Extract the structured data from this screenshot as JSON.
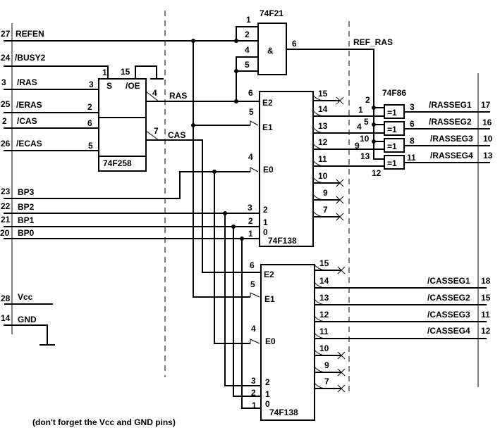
{
  "inputs": [
    {
      "pin": "27",
      "label": "REFEN"
    },
    {
      "pin": "24",
      "label": "/BUSY2"
    },
    {
      "pin": "3",
      "label": "/RAS"
    },
    {
      "pin": "25",
      "label": "/ERAS"
    },
    {
      "pin": "2",
      "label": "/CAS"
    },
    {
      "pin": "26",
      "label": "/ECAS"
    },
    {
      "pin": "23",
      "label": "BP3"
    },
    {
      "pin": "22",
      "label": "BP2"
    },
    {
      "pin": "21",
      "label": "BP1"
    },
    {
      "pin": "20",
      "label": "BP0"
    },
    {
      "pin": "28",
      "label": "Vcc"
    },
    {
      "pin": "14",
      "label": "GND"
    }
  ],
  "mux": {
    "name": "74F258",
    "pin_s": "1",
    "label_s": "S",
    "pin_oe": "15",
    "label_oe": "/OE",
    "in_pins": [
      "3",
      "2",
      "6",
      "5"
    ],
    "out_pins": [
      "4",
      "7"
    ],
    "out_labels": [
      "RAS",
      "CAS"
    ]
  },
  "and_gate": {
    "name": "74F21",
    "symbol": "&",
    "in_pins": [
      "1",
      "2",
      "4",
      "5"
    ],
    "out_pin": "6",
    "out_label": "REF_RAS"
  },
  "decoder": {
    "name": "74F138",
    "enable_labels": [
      "E2",
      "E1",
      "E0"
    ],
    "enable_pins": [
      "6",
      "5",
      "4"
    ],
    "addr_labels": [
      "2",
      "1",
      "0"
    ],
    "addr_pins": [
      "3",
      "2",
      "1"
    ],
    "out_pins": [
      "15",
      "14",
      "13",
      "12",
      "11",
      "10",
      "9",
      "7"
    ]
  },
  "xor_gate": {
    "name": "74F86",
    "symbol": "=1",
    "in_a": [
      "2",
      "5",
      "10",
      "13"
    ],
    "in_b": [
      "1",
      "4",
      "9",
      "12"
    ],
    "outs": [
      "3",
      "6",
      "8",
      "11"
    ]
  },
  "ras_outputs": [
    {
      "label": "/RASSEG1",
      "pin": "17"
    },
    {
      "label": "/RASSEG2",
      "pin": "16"
    },
    {
      "label": "/RASSEG3",
      "pin": "10"
    },
    {
      "label": "/RASSEG4",
      "pin": "13"
    }
  ],
  "cas_outputs": [
    {
      "label": "/CASSEG1",
      "pin": "18"
    },
    {
      "label": "/CASSEG2",
      "pin": "15"
    },
    {
      "label": "/CASSEG3",
      "pin": "11"
    },
    {
      "label": "/CASSEG4",
      "pin": "12"
    }
  ],
  "note": "(don't forget the Vcc and GND pins)"
}
